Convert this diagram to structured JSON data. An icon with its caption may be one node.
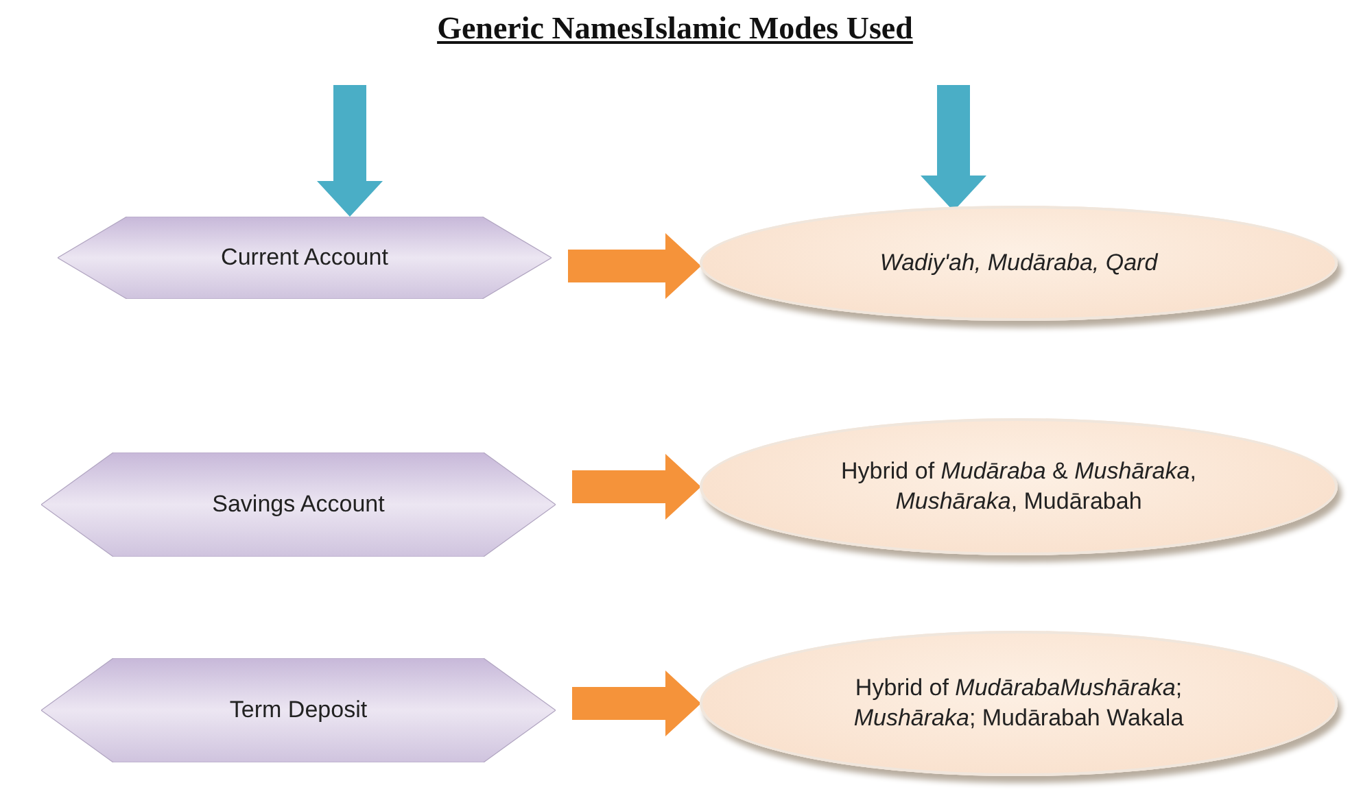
{
  "diagram": {
    "title": "Generic NamesIslamic Modes Used",
    "nodes": [
      {
        "text": [
          "Current Account"
        ]
      },
      {
        "text": [
          "Wadiy'ah, Mudāraba, Qard"
        ]
      },
      {
        "text": [
          "Savings Account"
        ]
      },
      {
        "text": [
          "Hybrid of *Mudāraba* & *Mushāraka*, *Mushāraka*, Mudārabah"
        ]
      },
      {
        "text": [
          "Term Deposit"
        ]
      },
      {
        "text": [
          "Hybrid of *MudārabaMushāraka*; *Mushāraka*; Mudārabah Wakala"
        ]
      }
    ],
    "edges": [
      {
        "from": null,
        "to": 0,
        "arrow": "to",
        "color": "#4aaec6"
      },
      {
        "from": null,
        "to": 1,
        "arrow": "to",
        "color": "#4aaec6"
      },
      {
        "from": 0,
        "to": 1,
        "arrow": "to"
      },
      {
        "from": 2,
        "to": 3,
        "arrow": "to"
      },
      {
        "from": 4,
        "to": 5,
        "arrow": "to"
      }
    ]
  }
}
